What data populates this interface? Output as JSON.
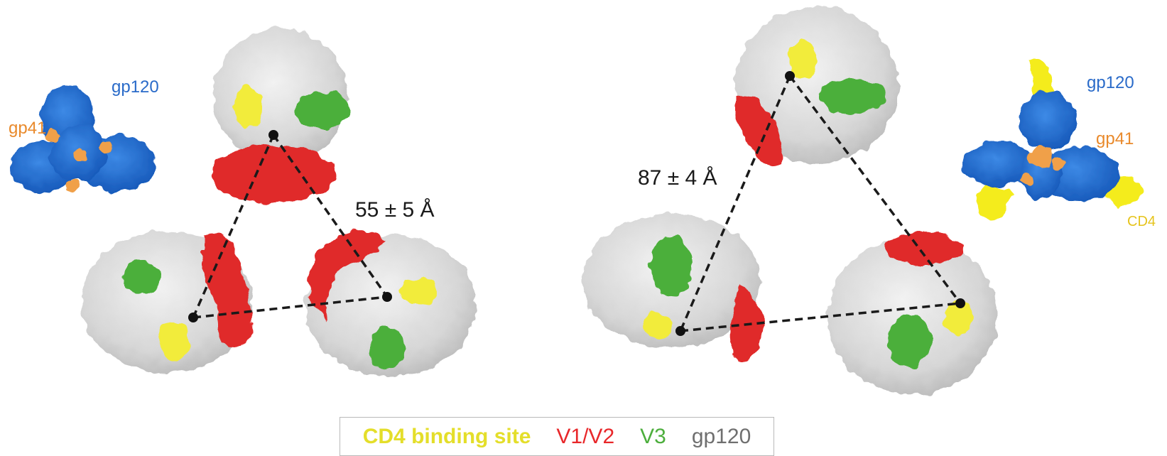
{
  "labels": {
    "distance_closed": "55 ± 5 Å",
    "distance_open": "87 ± 4 Å",
    "inset_left_gp120": "gp120",
    "inset_left_gp41": "gp41",
    "inset_right_gp120": "gp120",
    "inset_right_gp41": "gp41",
    "inset_right_cd4": "CD4"
  },
  "legend": [
    {
      "label": "CD4 binding site",
      "color": "#e4de2a",
      "bold": true
    },
    {
      "label": "V1/V2",
      "color": "#e8272a",
      "bold": false
    },
    {
      "label": "V3",
      "color": "#4cae3c",
      "bold": false
    },
    {
      "label": "gp120",
      "color": "#6f6f6f",
      "bold": false
    }
  ],
  "colors": {
    "gp120_surface": "#d9d9d9",
    "cd4_binding_site": "#f2ec3a",
    "v1v2": "#e02a2a",
    "v3": "#4caf3a",
    "inset_gp120": "#1c6fd0",
    "inset_gp41": "#f0a04a",
    "inset_cd4": "#f4ec1e",
    "gp120_text": "#2a6bc9",
    "gp41_text": "#e98a2c",
    "cd4_text": "#e6c41d"
  }
}
